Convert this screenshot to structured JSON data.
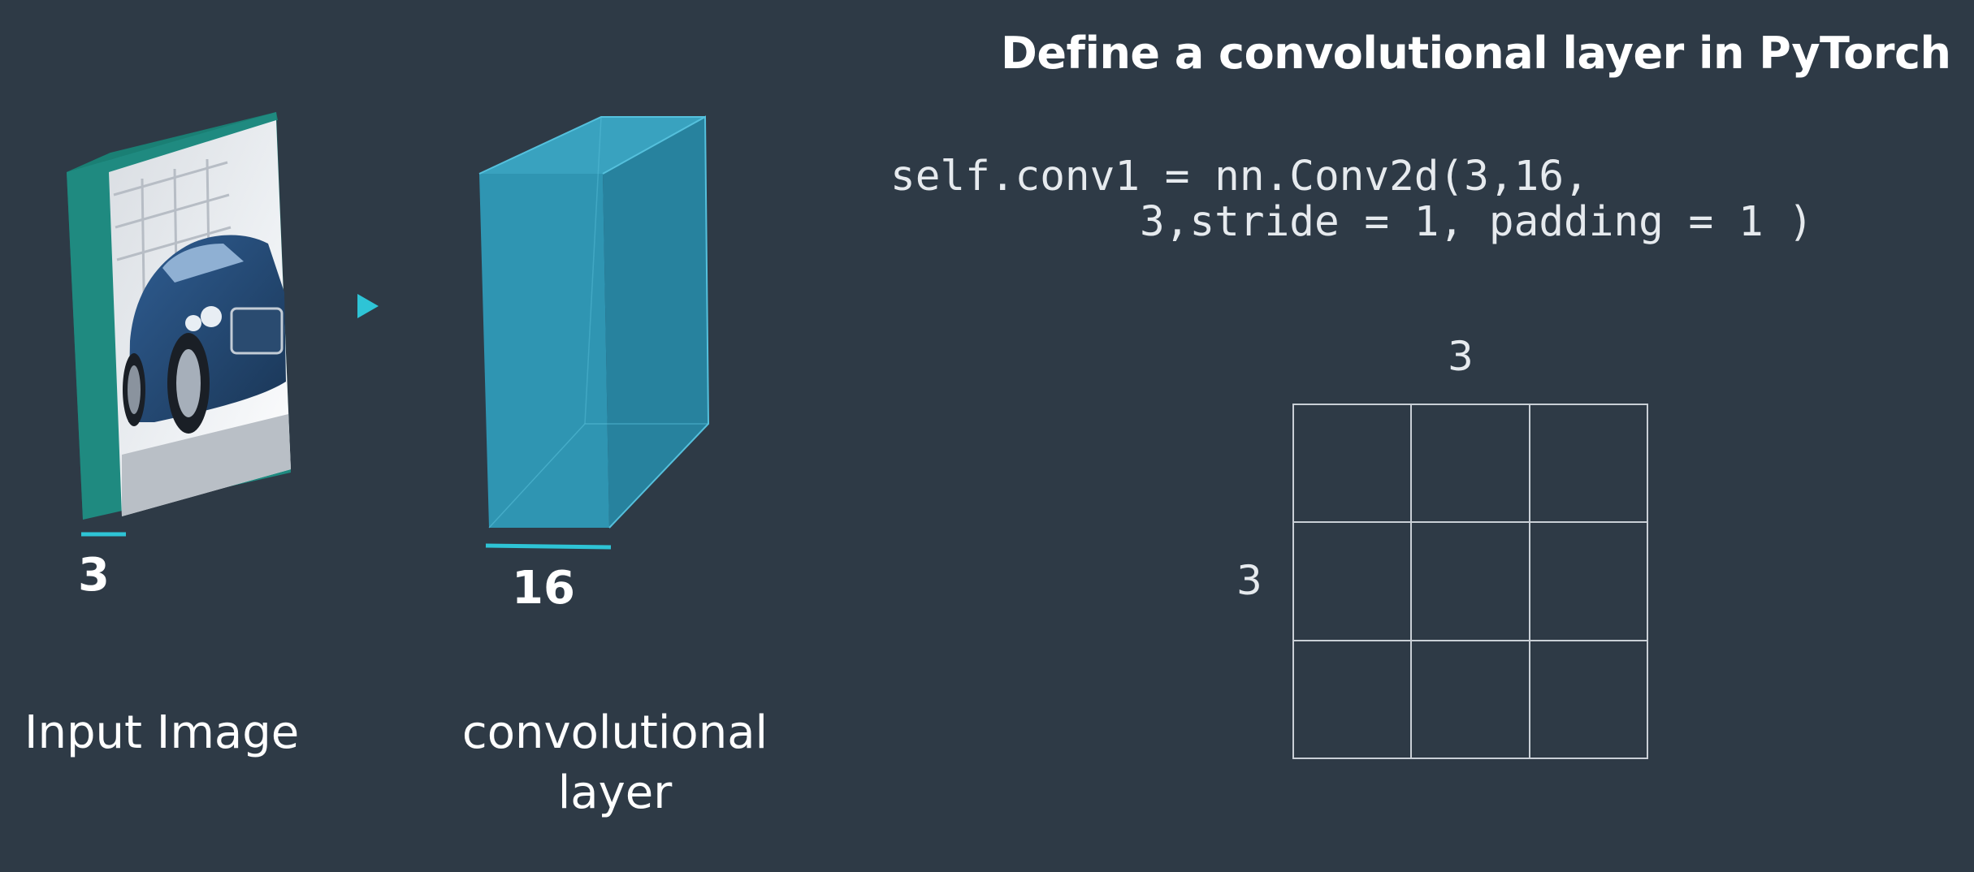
{
  "slide": {
    "title": "Define a convolutional layer in PyTorch",
    "code": {
      "line1": "self.conv1 = nn.Conv2d(3,16,",
      "line2": "          3,stride = 1, padding = 1 )"
    },
    "input_block": {
      "depth_label": "3",
      "caption": "Input Image",
      "image": "car-photo"
    },
    "conv_block": {
      "depth_label": "16",
      "caption_line1": "convolutional",
      "caption_line2": "layer"
    },
    "kernel_grid": {
      "rows": 3,
      "cols": 3,
      "width_label": "3",
      "height_label": "3"
    },
    "colors": {
      "background": "#2e3a46",
      "input_frame": "#1f8a80",
      "conv_block": "#2f9ab8",
      "accent_line": "#2ec4d6",
      "arrow": "#2ec4d6",
      "grid_line": "#c9cfd6"
    }
  }
}
